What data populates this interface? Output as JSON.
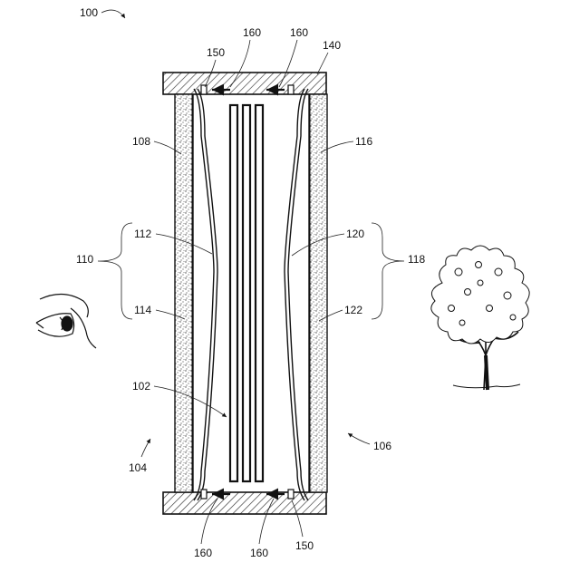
{
  "figure": {
    "refs": {
      "r100": "100",
      "r140": "140",
      "r150_top": "150",
      "r160_top_a": "160",
      "r160_top_b": "160",
      "r108": "108",
      "r116": "116",
      "r110": "110",
      "r112": "112",
      "r114": "114",
      "r118": "118",
      "r120": "120",
      "r122": "122",
      "r102": "102",
      "r104": "104",
      "r106": "106",
      "r160_bot_a": "160",
      "r160_bot_b": "160",
      "r150_bot": "150"
    },
    "icons": [
      "eye-icon",
      "tree-icon"
    ],
    "colors": {
      "line": "#111111",
      "background": "#ffffff"
    }
  }
}
